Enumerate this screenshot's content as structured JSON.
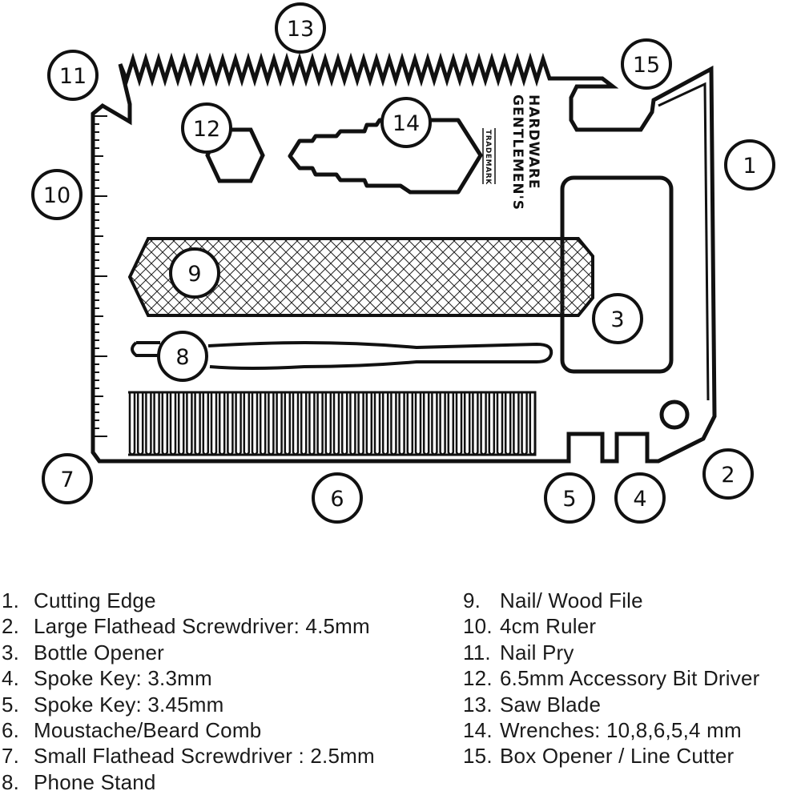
{
  "brand": {
    "name_line1": "GENTLEMEN'S",
    "name_line2": "HARDWARE",
    "trademark": "TRADEMARK"
  },
  "callouts": [
    "1",
    "2",
    "3",
    "4",
    "5",
    "6",
    "7",
    "8",
    "9",
    "10",
    "11",
    "12",
    "13",
    "14",
    "15"
  ],
  "legend_left": [
    {
      "num": "1.",
      "label": "Cutting Edge"
    },
    {
      "num": "2.",
      "label": "Large Flathead Screwdriver: 4.5mm"
    },
    {
      "num": "3.",
      "label": "Bottle Opener"
    },
    {
      "num": "4.",
      "label": "Spoke Key: 3.3mm"
    },
    {
      "num": "5.",
      "label": "Spoke Key: 3.45mm"
    },
    {
      "num": "6.",
      "label": "Moustache/Beard Comb"
    },
    {
      "num": "7.",
      "label": "Small Flathead Screwdriver : 2.5mm"
    },
    {
      "num": "8.",
      "label": "Phone Stand"
    }
  ],
  "legend_right": [
    {
      "num": "9.",
      "label": "Nail/ Wood File"
    },
    {
      "num": "10.",
      "label": "4cm Ruler"
    },
    {
      "num": "11.",
      "label": "Nail Pry"
    },
    {
      "num": "12.",
      "label": "6.5mm Accessory Bit Driver"
    },
    {
      "num": "13.",
      "label": "Saw Blade"
    },
    {
      "num": "14.",
      "label": "Wrenches: 10,8,6,5,4 mm"
    },
    {
      "num": "15.",
      "label": "Box Opener / Line Cutter"
    }
  ]
}
